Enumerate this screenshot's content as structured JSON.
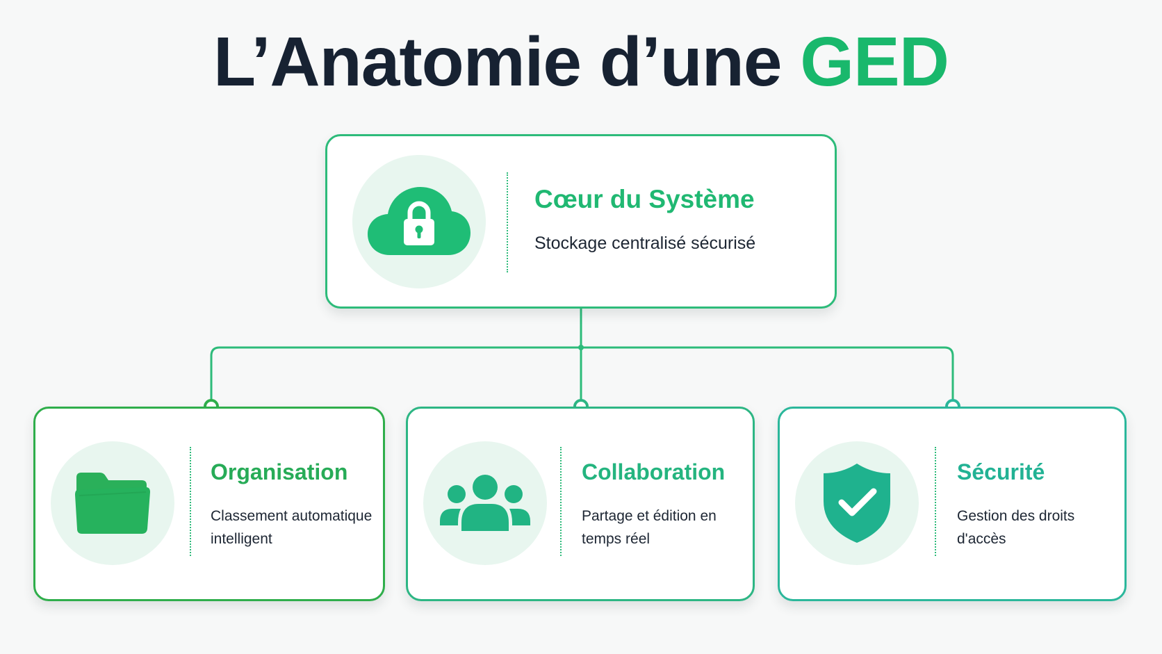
{
  "title": {
    "main": "L’Anatomie d’une ",
    "accent": "GED"
  },
  "colors": {
    "title_dark": "#172232",
    "accent_green": "#19b86c",
    "connector": "#2dbb7a",
    "icon_background": "#e8f6ef"
  },
  "core": {
    "icon": "cloud-lock-icon",
    "title": "Cœur du Système",
    "description": "Stockage centralisé sécurisé"
  },
  "pillars": [
    {
      "icon": "folder-icon",
      "title": "Organisation",
      "description_lines": [
        "Classement automatique",
        "intelligent"
      ],
      "color": "#27ab57"
    },
    {
      "icon": "users-icon",
      "title": "Collaboration",
      "description_lines": [
        "Partage et édition en",
        "temps réel"
      ],
      "color": "#24b47f"
    },
    {
      "icon": "shield-check-icon",
      "title": "Sécurité",
      "description_lines": [
        "Gestion des droits",
        "d'accès"
      ],
      "color": "#22b294"
    }
  ]
}
